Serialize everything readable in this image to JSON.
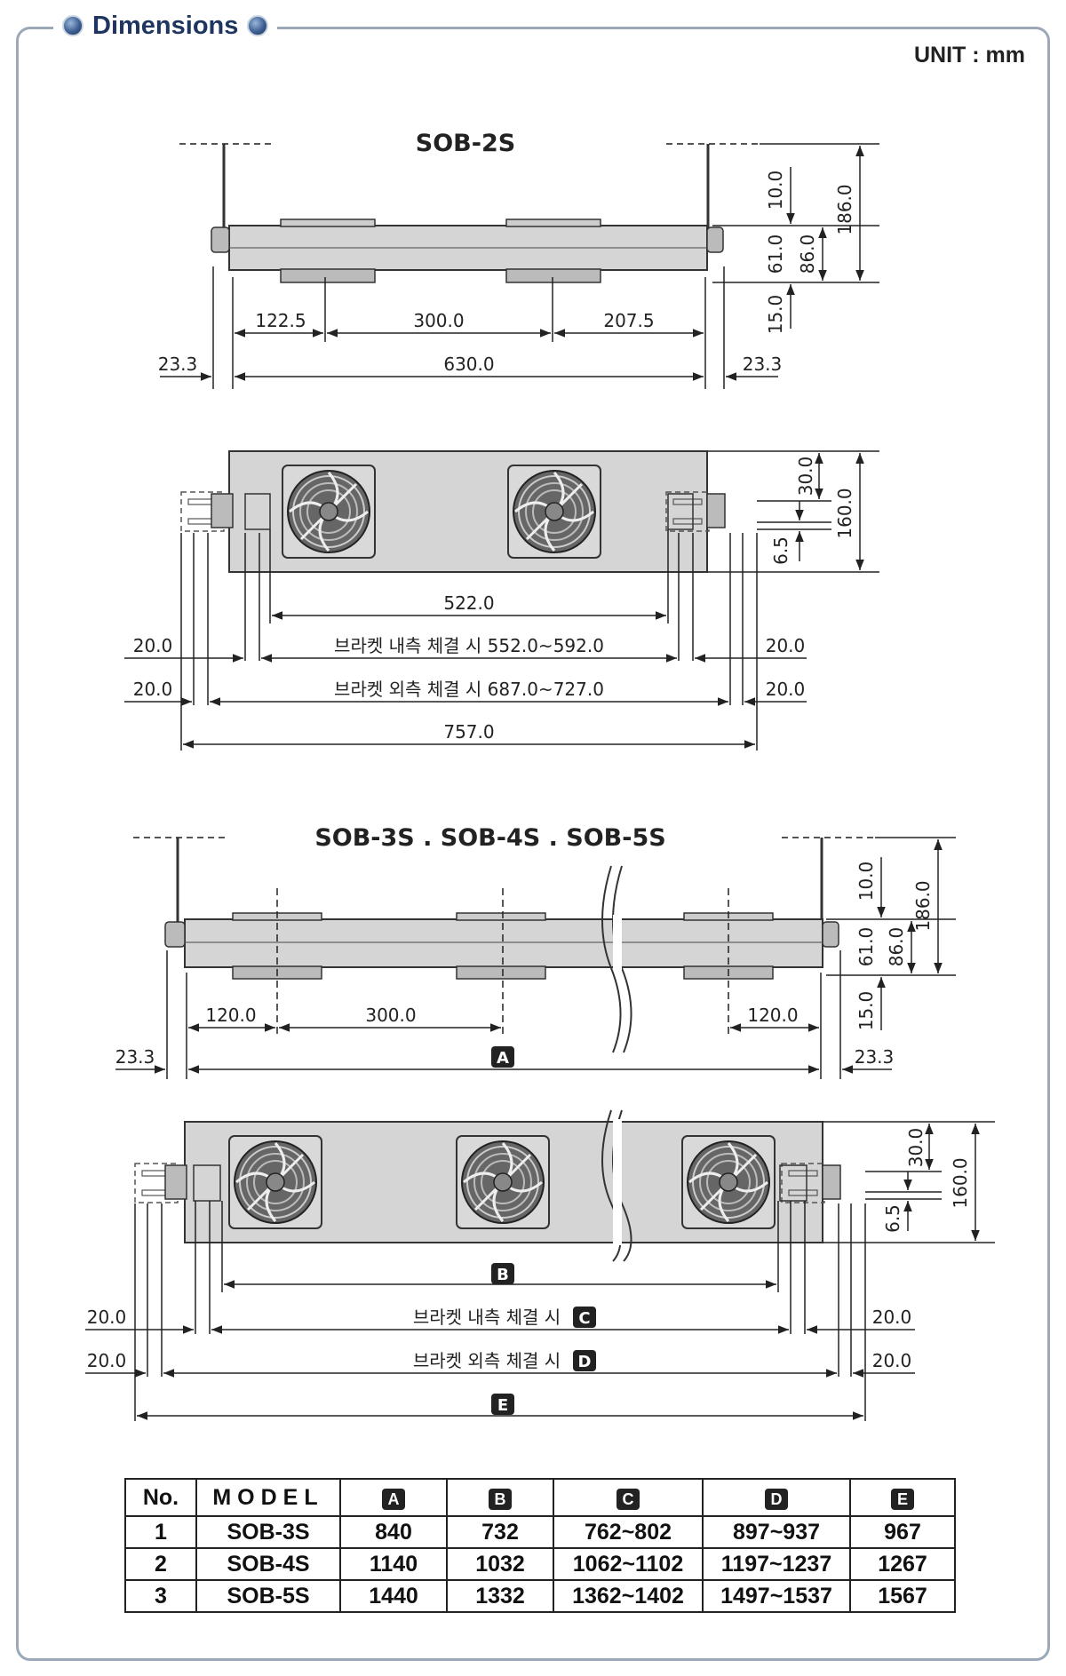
{
  "header": {
    "title": "Dimensions",
    "unit": "UNIT : mm"
  },
  "sob2s": {
    "model": "SOB-2S",
    "side_dims": {
      "w1": "122.5",
      "w2": "300.0",
      "w3": "207.5",
      "left_off": "23.3",
      "total": "630.0",
      "right_off": "23.3",
      "v1": "10.0",
      "v2": "61.0",
      "v3": "15.0",
      "v4": "86.0",
      "v5": "186.0"
    },
    "top_dims": {
      "inner": "522.0",
      "v1": "30.0",
      "v2": "6.5",
      "v3": "160.0",
      "m1": "20.0",
      "m2": "20.0",
      "m3": "20.0",
      "m4": "20.0",
      "inner_mount": "브라켓 내측 체결 시 552.0~592.0",
      "outer_mount": "브라켓 외측 체결 시 687.0~727.0",
      "total": "757.0"
    }
  },
  "sob345": {
    "model": "SOB-3S . SOB-4S . SOB-5S",
    "side_dims": {
      "w1": "120.0",
      "w2": "300.0",
      "w3": "120.0",
      "left_off": "23.3",
      "total_letter": "A",
      "right_off": "23.3",
      "v1": "10.0",
      "v2": "61.0",
      "v3": "15.0",
      "v4": "86.0",
      "v5": "186.0"
    },
    "top_dims": {
      "inner_letter": "B",
      "v1": "30.0",
      "v2": "6.5",
      "v3": "160.0",
      "m1": "20.0",
      "m2": "20.0",
      "m3": "20.0",
      "m4": "20.0",
      "inner_mount": "브라켓 내측 체결 시",
      "inner_letter2": "C",
      "outer_mount": "브라켓 외측 체결 시",
      "outer_letter": "D",
      "total_letter": "E"
    }
  },
  "table": {
    "headers": {
      "no": "No.",
      "model": "MODEL",
      "a": "A",
      "b": "B",
      "c": "C",
      "d": "D",
      "e": "E"
    },
    "rows": [
      {
        "no": "1",
        "model": "SOB-3S",
        "a": "840",
        "b": "732",
        "c": "762~802",
        "d": "897~937",
        "e": "967"
      },
      {
        "no": "2",
        "model": "SOB-4S",
        "a": "1140",
        "b": "1032",
        "c": "1062~1102",
        "d": "1197~1237",
        "e": "1267"
      },
      {
        "no": "3",
        "model": "SOB-5S",
        "a": "1440",
        "b": "1332",
        "c": "1362~1402",
        "d": "1497~1537",
        "e": "1567"
      }
    ]
  }
}
